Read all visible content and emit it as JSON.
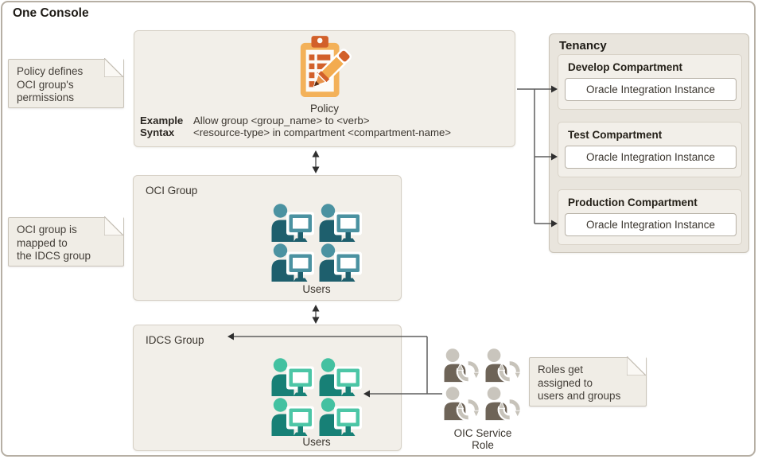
{
  "title": "One Console",
  "colors": {
    "panel_bg": "#f2efe9",
    "tenancy_bg": "#e9e5dd",
    "note_bg": "#f0ede6",
    "connector_line": "#5e5e5e",
    "arrowhead": "#2f2f2f",
    "policy_orange_dark": "#d2602a",
    "policy_orange_light": "#f3b159",
    "oci_user_dark": "#1e5f6d",
    "oci_user_light": "#4b92a1",
    "idcs_user_dark": "#178076",
    "idcs_user_light": "#43c1a1",
    "role_user_dark": "#6e6458",
    "role_user_light": "#c9c5bd"
  },
  "notes": {
    "policy_note": "Policy defines\nOCI group's\npermissions",
    "mapping_note": "OCI group is\nmapped to\nthe IDCS group",
    "roles_note": "Roles get\nassigned to\nusers and groups"
  },
  "policy_box": {
    "icon_label": "Policy",
    "example_label_line1": "Example",
    "example_label_line2": "Syntax",
    "syntax_line1": "Allow group <group_name> to <verb>",
    "syntax_line2": "<resource-type> in compartment <compartment-name>"
  },
  "oci_group": {
    "label": "OCI Group",
    "users_label": "Users"
  },
  "idcs_group": {
    "label": "IDCS Group",
    "users_label": "Users"
  },
  "oic_role": {
    "label": "OIC Service\nRole"
  },
  "tenancy": {
    "label": "Tenancy",
    "compartments": [
      {
        "name": "Develop Compartment",
        "instance": "Oracle Integration Instance"
      },
      {
        "name": "Test Compartment",
        "instance": "Oracle Integration Instance"
      },
      {
        "name": "Production Compartment",
        "instance": "Oracle Integration Instance"
      }
    ]
  }
}
